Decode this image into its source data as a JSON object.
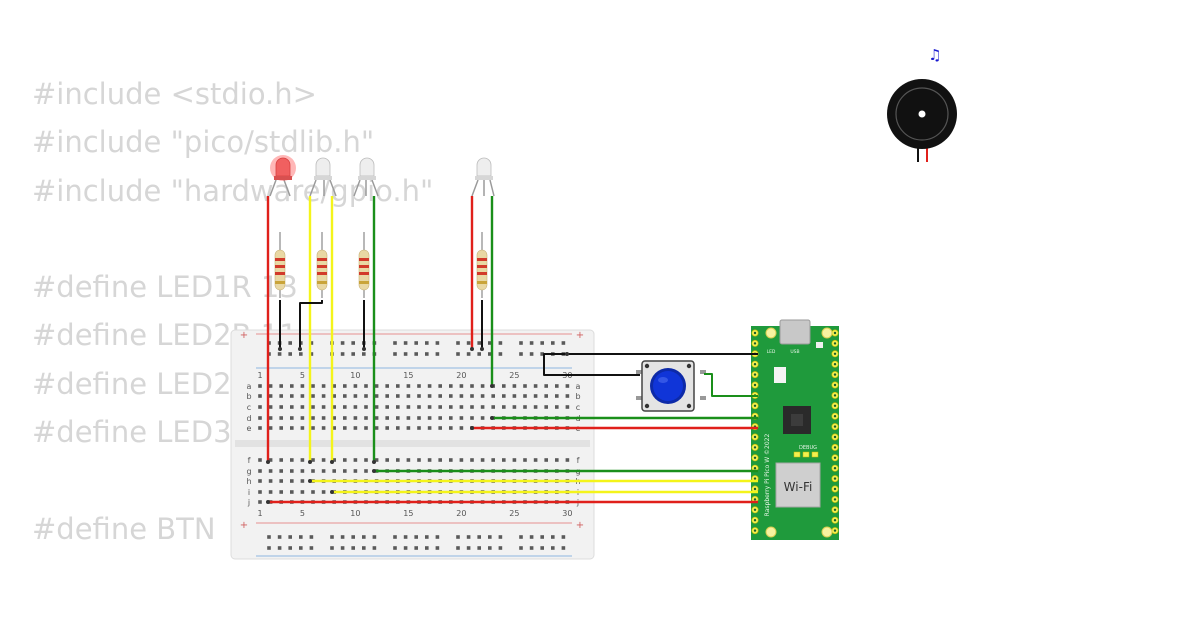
{
  "code_lines": [
    "#include <stdio.h>",
    "#include \"pico/stdlib.h\"",
    "#include \"hardware/gpio.h\"",
    "",
    "#define LED1R 13",
    "#define LED2B 11",
    "#define LED2",
    "#define LED3",
    "",
    "#define BTN"
  ],
  "breadboard": {
    "column_labels": [
      "1",
      "5",
      "10",
      "15",
      "20",
      "25",
      "30"
    ],
    "row_labels_top": [
      "a",
      "b",
      "c",
      "d",
      "e"
    ],
    "row_labels_bottom": [
      "f",
      "g",
      "h",
      "i",
      "j"
    ],
    "rail_plus": "+",
    "rail_minus": "-"
  },
  "pico": {
    "board_label": "Raspberry Pi Pico W ©2022",
    "wifi_label": "Wi-Fi",
    "led_label": "LED",
    "usb_label": "USB",
    "debug_label": "DEBUG"
  },
  "buzzer": {
    "note_icon": "♫"
  },
  "colors": {
    "red": "#e0201b",
    "yellow": "#f4f41a",
    "green": "#1a8f1a",
    "black": "#111111",
    "pico_green": "#1f9a3c",
    "button_cap": "#1035d8",
    "code_text": "#d6d6d6"
  }
}
